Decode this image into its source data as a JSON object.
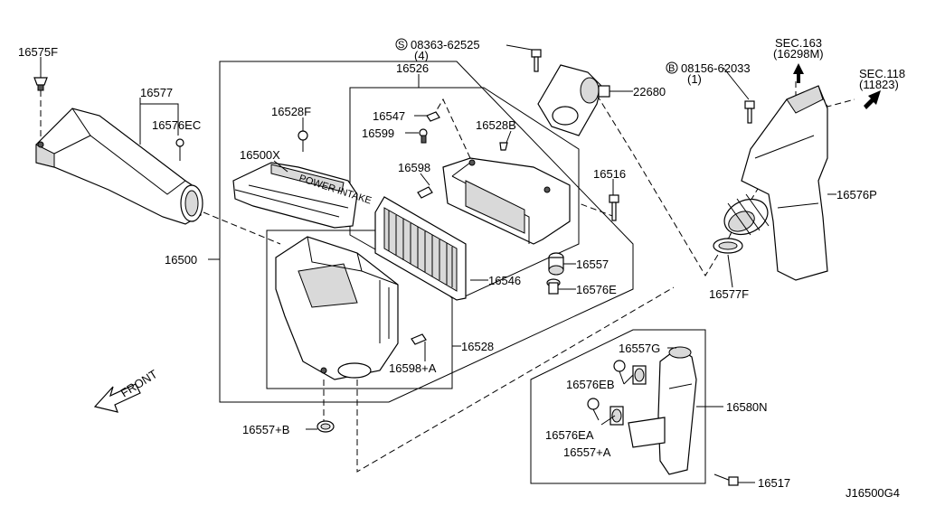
{
  "diagram_id": "J16500G4",
  "front_label": "FRONT",
  "callouts": {
    "p16575F": "16575F",
    "p16577": "16577",
    "p16576EC": "16576EC",
    "p16528F": "16528F",
    "p16500X": "16500X",
    "p16526": "16526",
    "p16547": "16547",
    "p16599": "16599",
    "p16528B": "16528B",
    "p16598": "16598",
    "p16516": "16516",
    "p16500": "16500",
    "p16546": "16546",
    "p16557": "16557",
    "p16576E": "16576E",
    "p16528": "16528",
    "p16598A": "16598+A",
    "p16557B": "16557+B",
    "p22680": "22680",
    "p16576P": "16576P",
    "p16577F": "16577F",
    "p16557G": "16557G",
    "p16576EB": "16576EB",
    "p16580N": "16580N",
    "p16576EA": "16576EA",
    "p16557A": "16557+A",
    "p16517": "16517"
  },
  "bolts": {
    "s_code": "08363-62525",
    "s_qty": "(4)",
    "b_code": "08156-62033",
    "b_qty": "(1)"
  },
  "sections": {
    "sec163": "SEC.163",
    "sec163_ref": "(16298M)",
    "sec118": "SEC.118",
    "sec118_ref": "(11823)"
  }
}
